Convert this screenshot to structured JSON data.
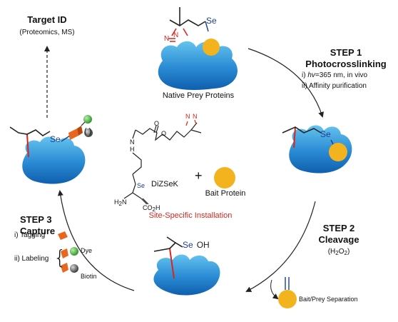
{
  "target": {
    "title": "Target ID",
    "subtitle": "(Proteomics, MS)"
  },
  "native_label": "Native Prey Proteins",
  "step1": {
    "title": "STEP 1",
    "name": "Photocrosslinking",
    "i_pre": "i) ",
    "i_hv": "hv",
    "i_post": "=365 nm, in vivo",
    "ii": "ii) Affinity purification"
  },
  "step2": {
    "title": "STEP 2",
    "name": "Cleavage",
    "reagent_open": "(H",
    "reagent_sub1": "2",
    "reagent_mid": "O",
    "reagent_sub2": "2",
    "reagent_close": ")"
  },
  "step3": {
    "title": "STEP 3",
    "name": "Capture",
    "i": "i) Tagging",
    "ii": "ii) Labeling",
    "dye": "Dye",
    "biotin": "Biotin"
  },
  "center": {
    "compound": "DiZSeK",
    "plus": "+",
    "bait": "Bait Protein",
    "installation": "Site-Specific Installation"
  },
  "separation": "Bait/Prey Separation",
  "chem": {
    "se": "Se",
    "seoh": "Se",
    "oh": "OH",
    "n": "N",
    "h": "H",
    "o": "O",
    "nh": "N",
    "nh_h": "H",
    "h2n": "H",
    "h2n_sub": "2",
    "h2n_n": "N",
    "co2h": "CO",
    "co2h_sub": "2",
    "co2h_h": "H",
    "se_small": "Se",
    "n_small": "N",
    "n_small2": "N",
    "radical_mark": "( )"
  },
  "colors": {
    "protein_top": "#64c3ee",
    "protein_bottom": "#0f5fae",
    "bait": "#f2b31f",
    "red": "#d7261e",
    "orange": "#e8661e",
    "green": "#3aa43a",
    "se_blue": "#1c3f8f"
  }
}
